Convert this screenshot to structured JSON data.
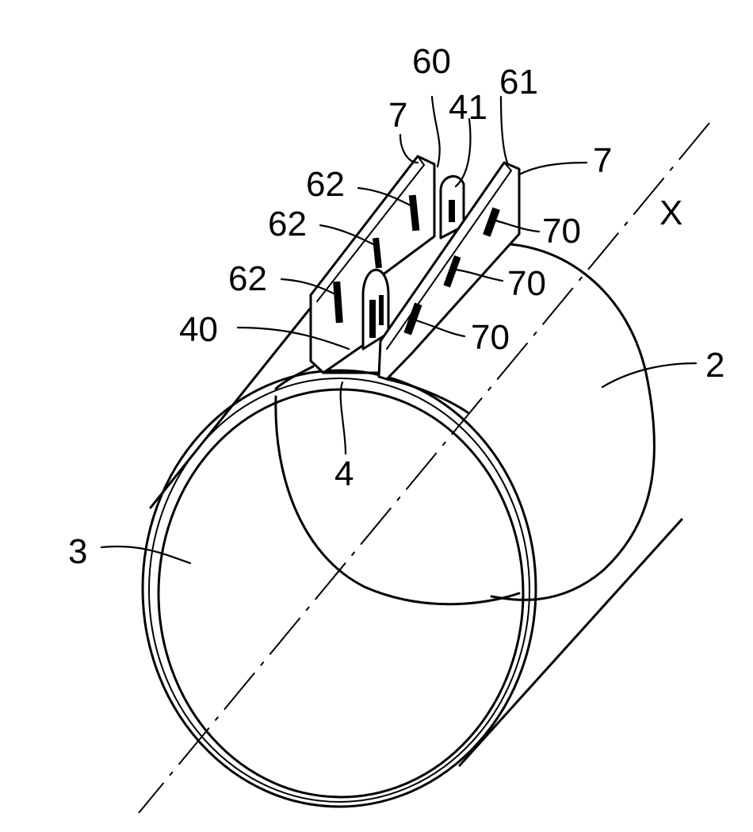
{
  "figure": {
    "labels": {
      "axis": "X",
      "collar": "2",
      "inner_sleeve": "3",
      "gap": "4",
      "gap_edge_lower": "40",
      "gap_edge_upper": "41",
      "flange_left": "60",
      "flange_right": "61",
      "tab_left": "7",
      "tab_right": "7",
      "slots_left": [
        "62",
        "62",
        "62"
      ],
      "slots_right": [
        "70",
        "70",
        "70"
      ]
    }
  }
}
